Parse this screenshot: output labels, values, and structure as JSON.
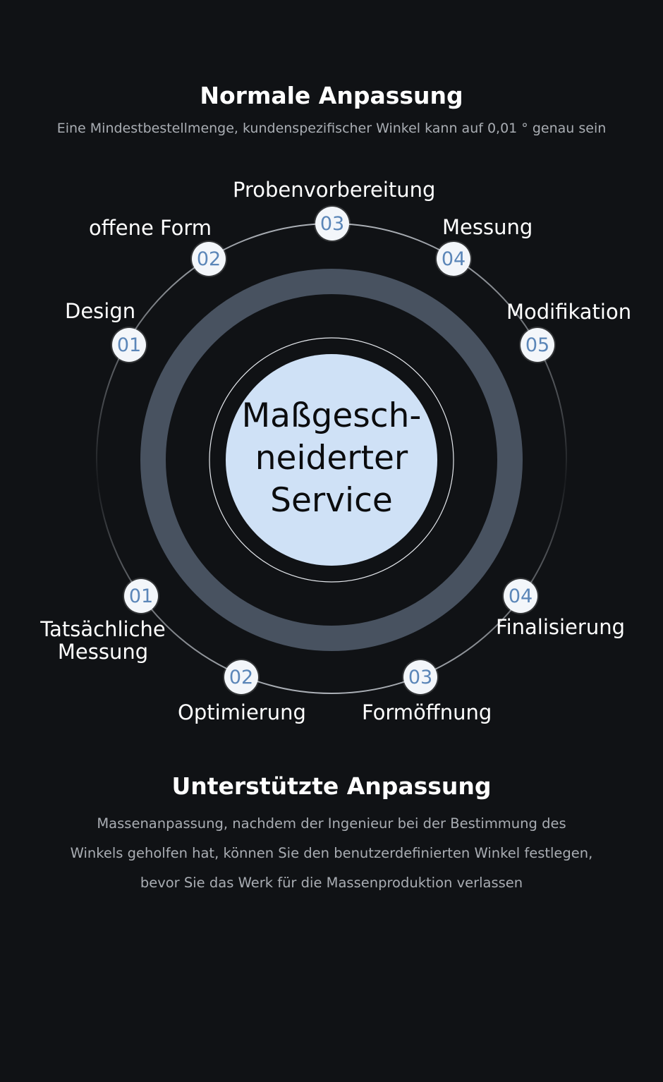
{
  "header": {
    "title": "Normale Anpassung",
    "subtitle": "Eine Mindestbestellmenge, kundenspezifischer Winkel kann auf 0,01 ° genau sein"
  },
  "center": {
    "line1": "Maßgesch-",
    "line2": "neiderter",
    "line3": "Service"
  },
  "top_steps": [
    {
      "num": "01",
      "label": "Design"
    },
    {
      "num": "02",
      "label": "offene Form"
    },
    {
      "num": "03",
      "label": "Probenvorbereitung"
    },
    {
      "num": "04",
      "label": "Messung"
    },
    {
      "num": "05",
      "label": "Modifikation"
    }
  ],
  "bottom_steps": [
    {
      "num": "01",
      "label_line1": "Tatsächliche",
      "label_line2": "Messung"
    },
    {
      "num": "02",
      "label": "Optimierung"
    },
    {
      "num": "03",
      "label": "Formöffnung"
    },
    {
      "num": "04",
      "label": "Finalisierung"
    }
  ],
  "footer": {
    "title": "Unterstützte Anpassung",
    "lines": [
      "Massenanpassung, nachdem der Ingenieur bei der Bestimmung des",
      "Winkels geholfen hat, können Sie den benutzerdefinierten Winkel festlegen,",
      "bevor Sie das Werk für die Massenproduktion verlassen"
    ]
  },
  "colors": {
    "background": "#101215",
    "thick_ring": "#485260",
    "center_fill": "#cfe1f6",
    "node_fill": "#f3f6fa",
    "node_text": "#5b86b8"
  }
}
